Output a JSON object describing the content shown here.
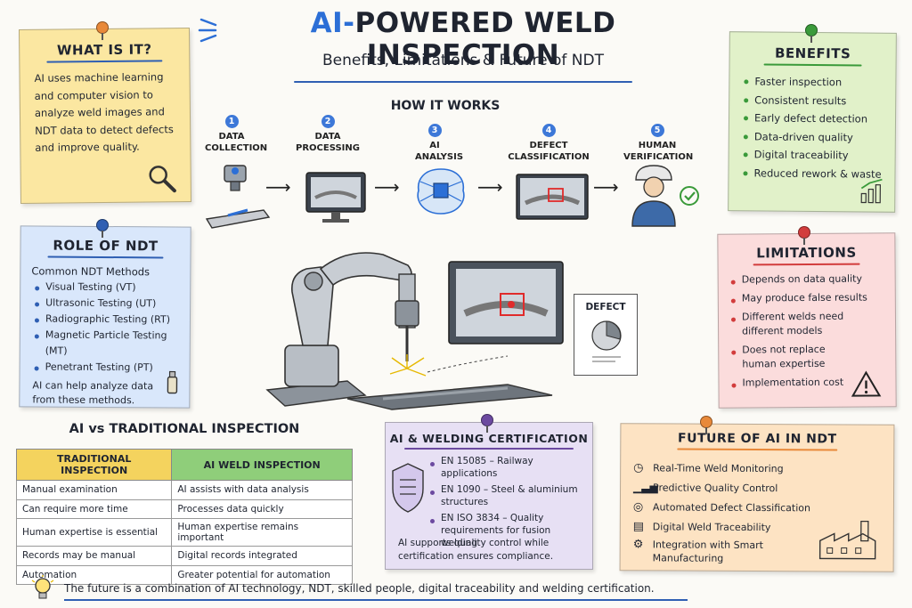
{
  "header": {
    "title_accent": "AI-",
    "title_rest": "POWERED WELD INSPECTION",
    "subtitle": "Benefits, Limitations & Future of NDT"
  },
  "what": {
    "title": "WHAT IS IT?",
    "body": "AI uses machine learning and computer vision to analyze weld images and NDT data to detect defects and improve quality."
  },
  "role": {
    "title": "ROLE OF NDT",
    "intro": "Common NDT Methods",
    "items": [
      "Visual Testing (VT)",
      "Ultrasonic Testing (UT)",
      "Radiographic Testing (RT)",
      "Magnetic Particle Testing (MT)",
      "Penetrant Testing (PT)"
    ],
    "note": "AI can help analyze data from these methods."
  },
  "how": {
    "title": "HOW IT WORKS",
    "steps": [
      {
        "num": "1",
        "label": "DATA COLLECTION"
      },
      {
        "num": "2",
        "label": "DATA PROCESSING"
      },
      {
        "num": "3",
        "label": "AI ANALYSIS"
      },
      {
        "num": "4",
        "label": "DEFECT CLASSIFICATION"
      },
      {
        "num": "5",
        "label": "HUMAN VERIFICATION"
      }
    ]
  },
  "benefits": {
    "title": "BENEFITS",
    "items": [
      "Faster inspection",
      "Consistent results",
      "Early defect detection",
      "Data-driven quality",
      "Digital traceability",
      "Reduced rework & waste"
    ]
  },
  "limitations": {
    "title": "LIMITATIONS",
    "items": [
      "Depends on data quality",
      "May produce false results",
      "Different welds need different models",
      "Does not replace human expertise",
      "Implementation cost"
    ]
  },
  "scene": {
    "defect_label": "DEFECT"
  },
  "comparison": {
    "title": "AI vs TRADITIONAL INSPECTION",
    "headers": [
      "TRADITIONAL INSPECTION",
      "AI WELD INSPECTION"
    ],
    "rows": [
      [
        "Manual examination",
        "AI assists with data analysis"
      ],
      [
        "Can require more time",
        "Processes data quickly"
      ],
      [
        "Human expertise is essential",
        "Human expertise remains important"
      ],
      [
        "Records may be manual",
        "Digital records integrated"
      ],
      [
        "Automation",
        "Greater potential for automation"
      ]
    ],
    "colors": {
      "traditional": "#f4d35e",
      "ai": "#8fce7a"
    }
  },
  "certification": {
    "title": "AI & WELDING CERTIFICATION",
    "items": [
      "EN 15085 – Railway applications",
      "EN 1090 – Steel & aluminium structures",
      "EN ISO 3834 – Quality requirements for fusion welding"
    ],
    "note": "AI supports quality control while certification ensures compliance."
  },
  "future": {
    "title": "FUTURE OF AI IN NDT",
    "items": [
      {
        "icon": "clock-icon",
        "label": "Real-Time Weld Monitoring"
      },
      {
        "icon": "chart-icon",
        "label": "Predictive Quality Control"
      },
      {
        "icon": "target-icon",
        "label": "Automated Defect Classification"
      },
      {
        "icon": "document-icon",
        "label": "Digital Weld Traceability"
      },
      {
        "icon": "gear-icon",
        "label": "Integration with Smart Manufacturing"
      }
    ]
  },
  "footer": {
    "text": "The future is a combination of AI technology, NDT, skilled people, digital traceability and welding certification."
  },
  "colors": {
    "yellow_note": "#fbe7a1",
    "blue_note": "#d9e7fb",
    "green_note": "#e1f1c9",
    "red_note": "#fbdcdc",
    "purple_note": "#e7e0f4",
    "orange_note": "#fde3c3",
    "accent": "#2c6fd6"
  }
}
